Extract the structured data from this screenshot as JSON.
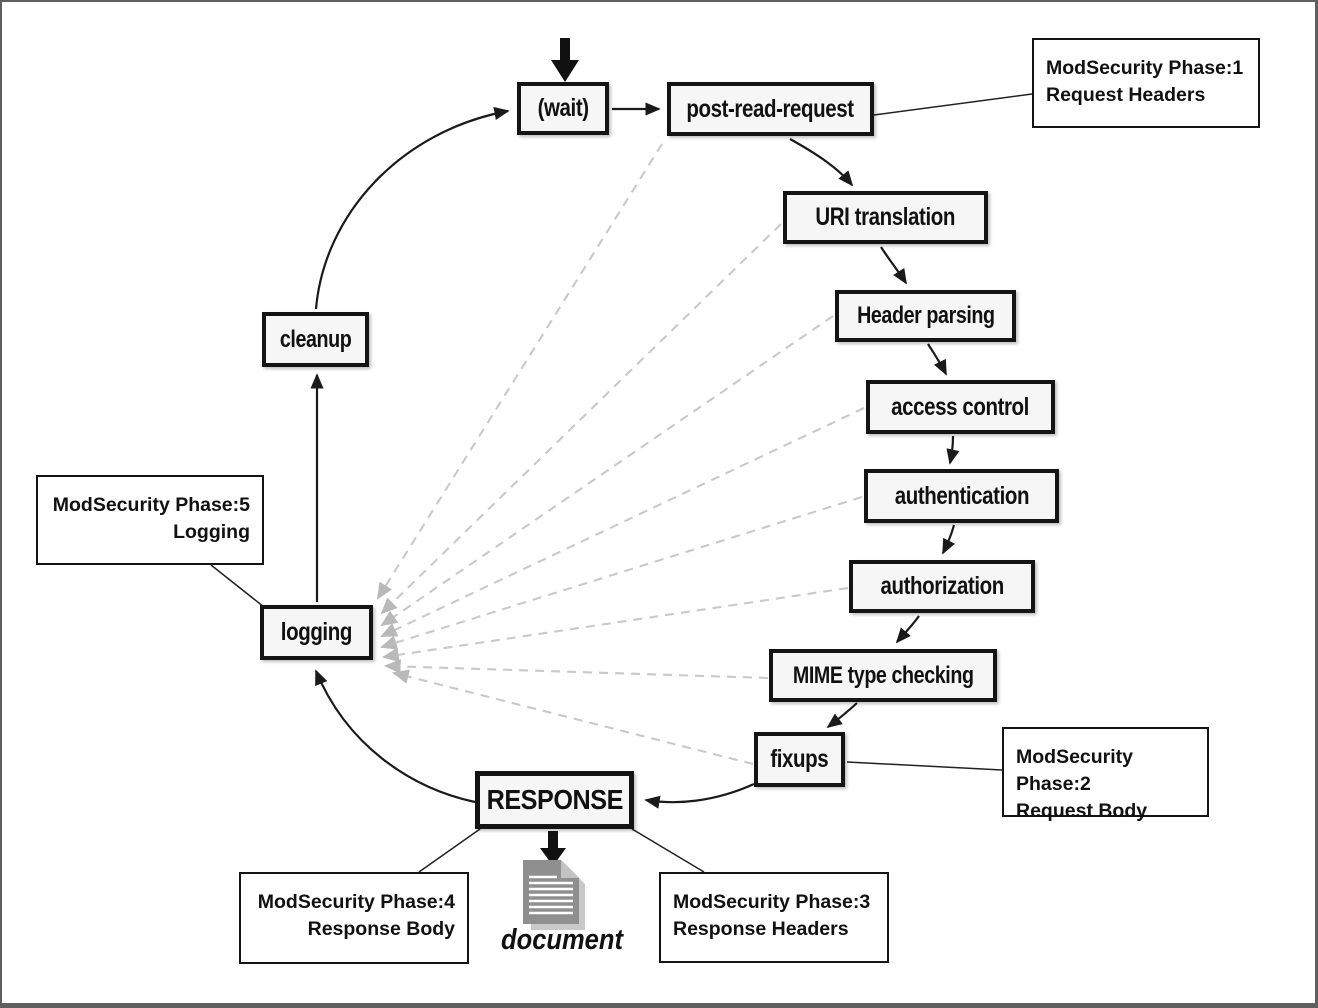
{
  "diagram": {
    "nodes": [
      {
        "id": "wait",
        "label": "(wait)"
      },
      {
        "id": "post-read-request",
        "label": "post-read-request"
      },
      {
        "id": "uri-translation",
        "label": "URI translation"
      },
      {
        "id": "header-parsing",
        "label": "Header parsing"
      },
      {
        "id": "access-control",
        "label": "access control"
      },
      {
        "id": "authentication",
        "label": "authentication"
      },
      {
        "id": "authorization",
        "label": "authorization"
      },
      {
        "id": "mime-type-checking",
        "label": "MIME type checking"
      },
      {
        "id": "fixups",
        "label": "fixups"
      },
      {
        "id": "response",
        "label": "RESPONSE"
      },
      {
        "id": "logging",
        "label": "logging"
      },
      {
        "id": "cleanup",
        "label": "cleanup"
      }
    ],
    "callouts": [
      {
        "id": "phase1",
        "line1": "ModSecurity Phase:1",
        "line2": "Request Headers"
      },
      {
        "id": "phase2",
        "line1": "ModSecurity Phase:2",
        "line2": "Request Body"
      },
      {
        "id": "phase3",
        "line1": "ModSecurity Phase:3",
        "line2": "Response Headers"
      },
      {
        "id": "phase4",
        "line1": "ModSecurity Phase:4",
        "line2": "Response Body"
      },
      {
        "id": "phase5",
        "line1": "ModSecurity Phase:5",
        "line2": "Logging"
      }
    ],
    "document_label": "document",
    "colors": {
      "solid_line": "#1a1a1a",
      "dashed_line": "#c9c9c9",
      "node_bg": "#f6f6f6",
      "node_border": "#141414",
      "frame_border": "#5f5f5f",
      "doc_gray": "#8f8f8f"
    }
  }
}
